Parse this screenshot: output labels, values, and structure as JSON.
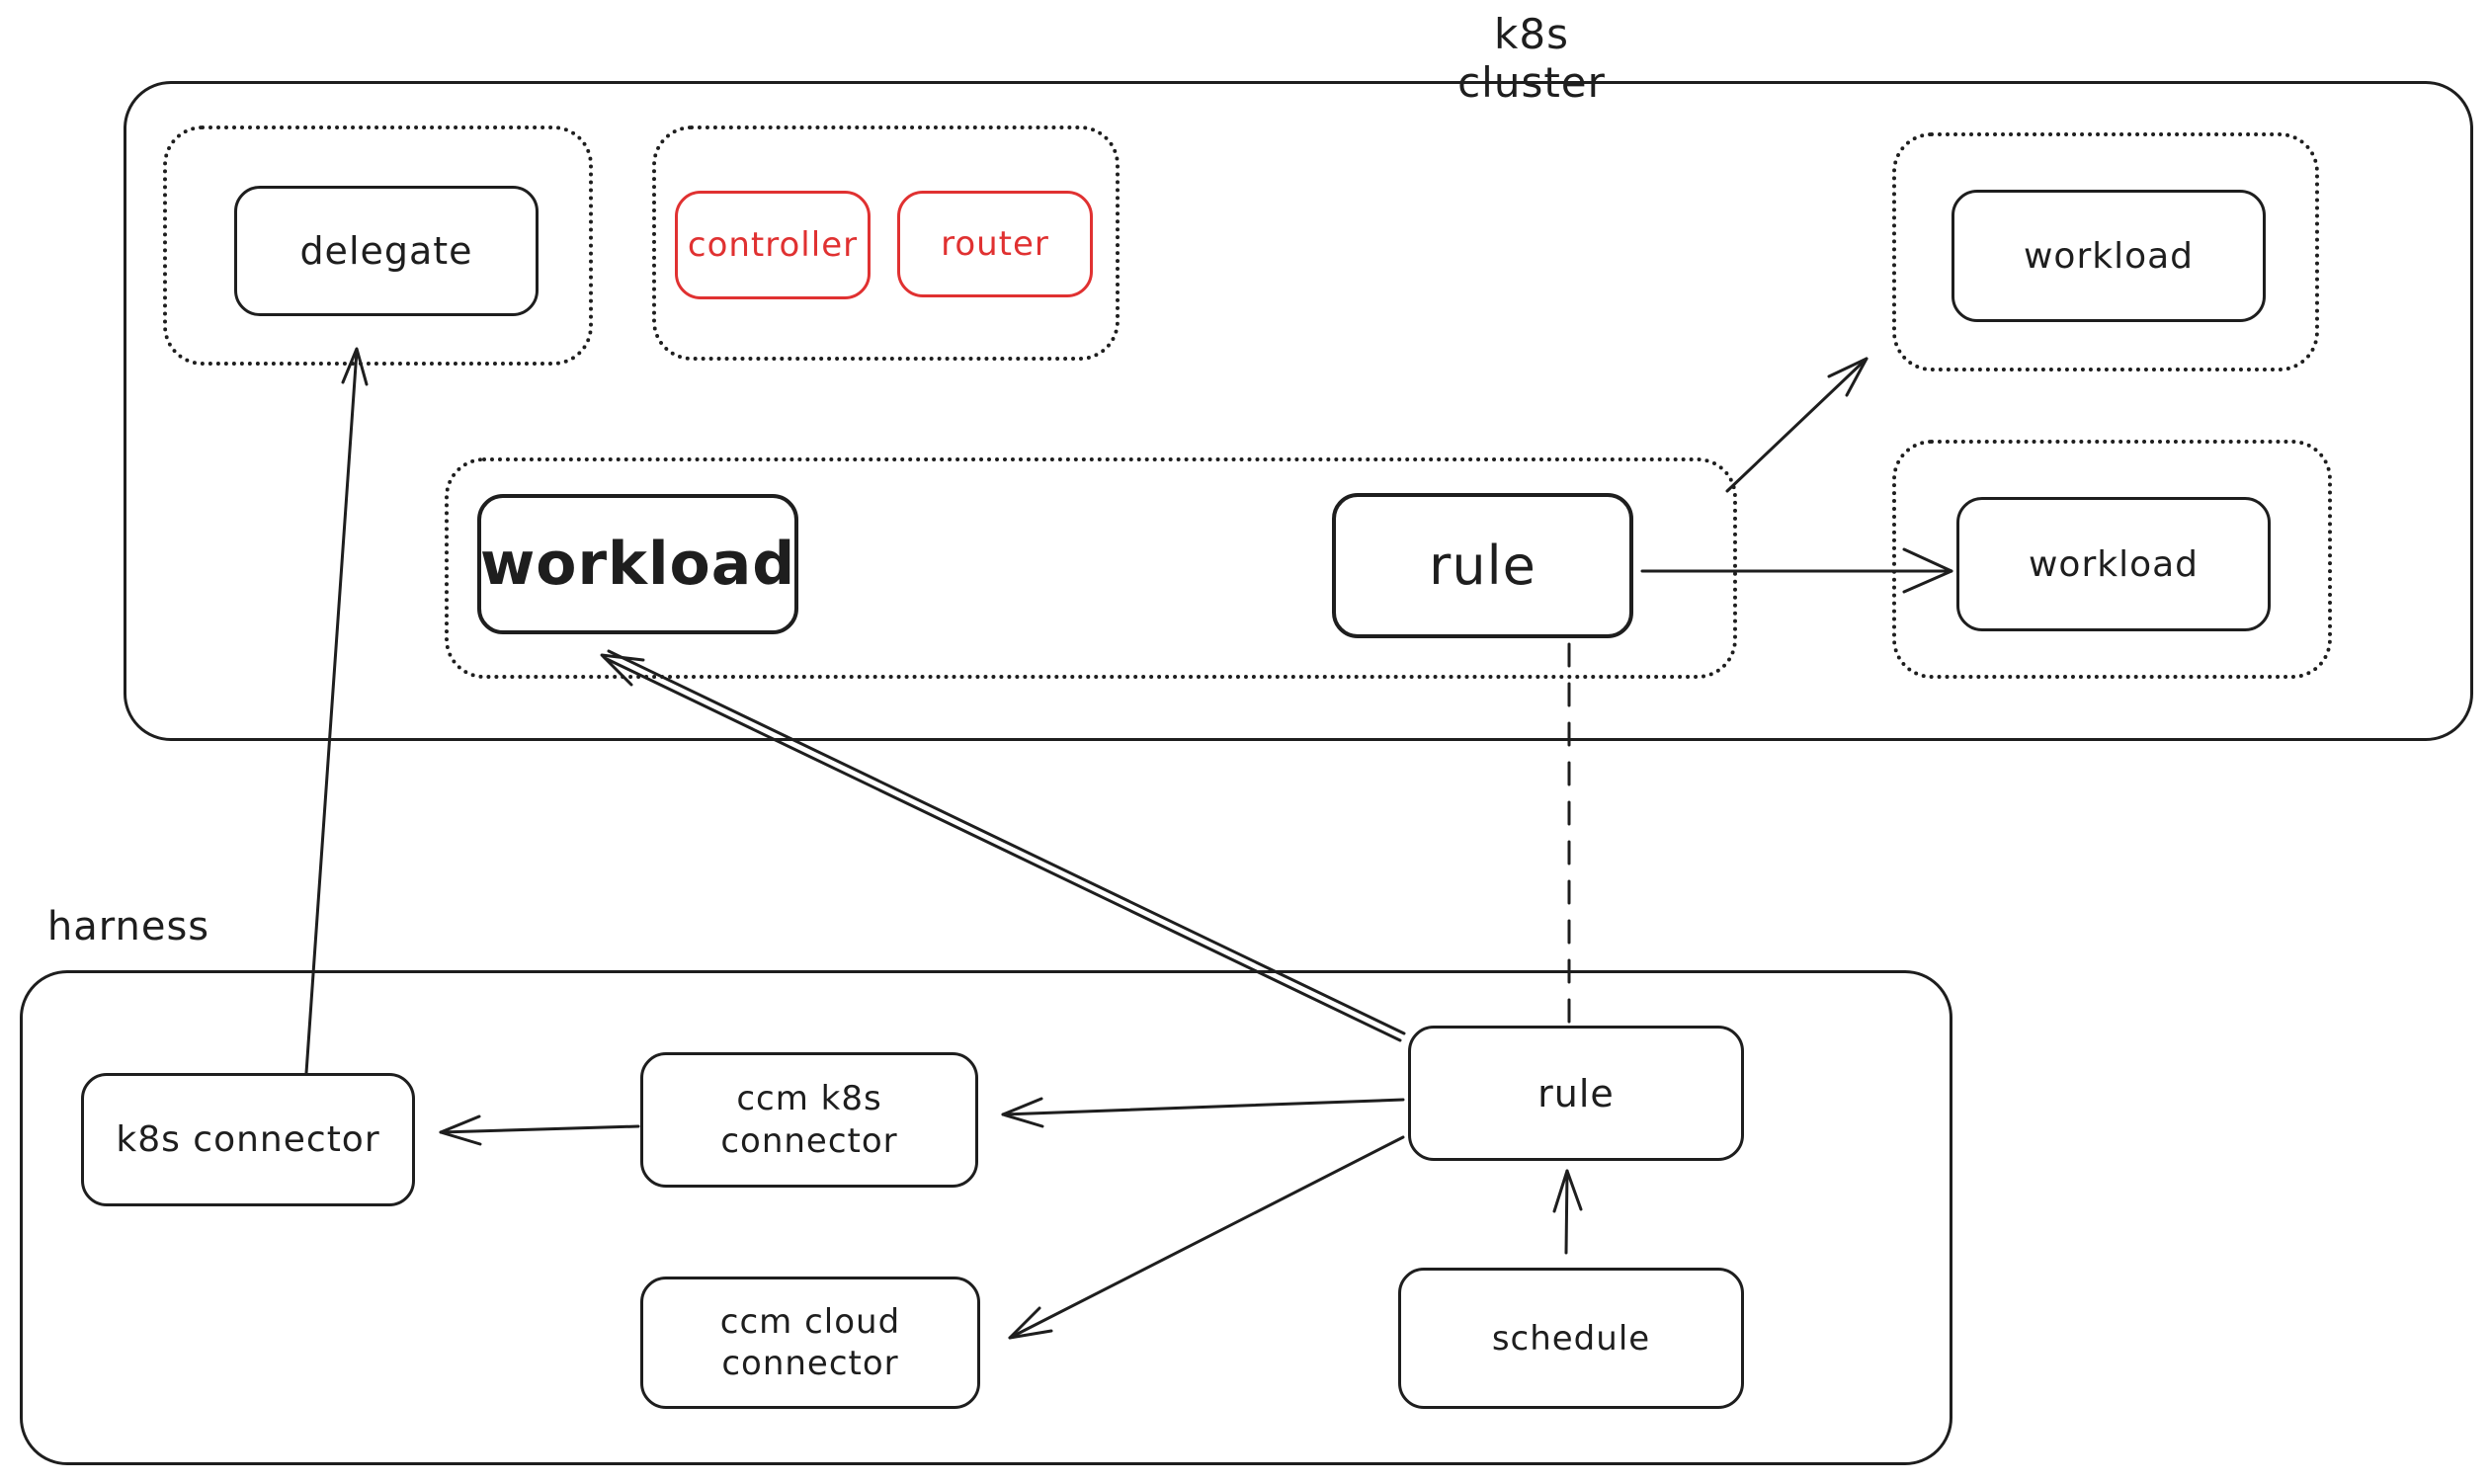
{
  "colors": {
    "ink": "#1e1e1e",
    "red": "#e03131",
    "background": "#ffffff"
  },
  "k8s_cluster": {
    "label": "k8s cluster",
    "delegate": {
      "label": "delegate"
    },
    "controller": {
      "label": "controller"
    },
    "router": {
      "label": "router"
    },
    "workload_top": {
      "label": "workload"
    },
    "workload_main": {
      "label": "workload"
    },
    "rule": {
      "label": "rule"
    },
    "workload_right": {
      "label": "workload"
    }
  },
  "harness": {
    "label": "harness",
    "k8s_connector": {
      "label": "k8s connector"
    },
    "ccm_k8s_connector": {
      "line1": "ccm k8s",
      "line2": "connector"
    },
    "ccm_cloud_connector": {
      "line1": "ccm cloud",
      "line2": "connector"
    },
    "rule": {
      "label": "rule"
    },
    "schedule": {
      "label": "schedule"
    }
  }
}
